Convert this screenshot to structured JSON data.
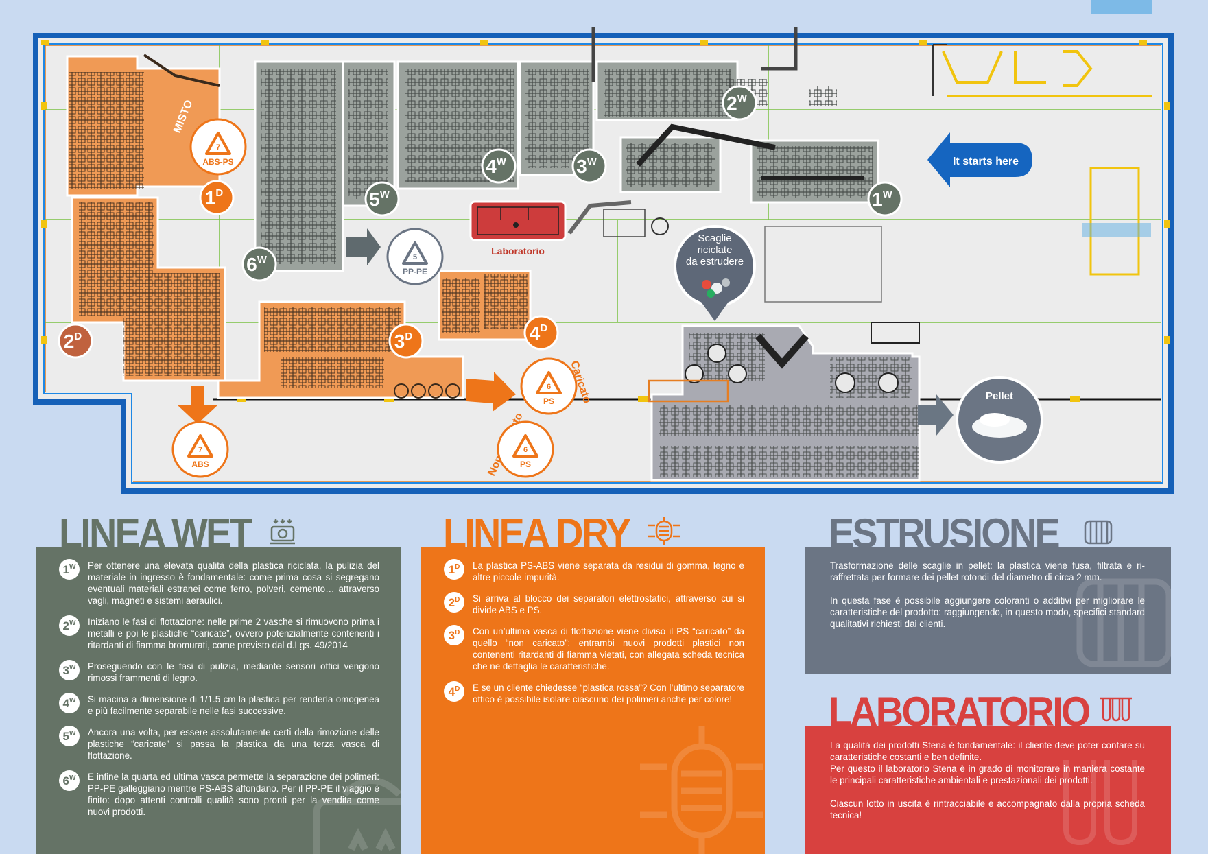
{
  "colors": {
    "background": "#c9daf1",
    "plant_frame": "#1560b8",
    "wet_line": "#9ba29d",
    "dry_line": "#f09a55",
    "wet_panel": "#657366",
    "dry_panel": "#ee7519",
    "estrusione_panel": "#6b7584",
    "laboratorio_panel": "#d8413f",
    "lab_room": "#cd3c3c",
    "arrow_blue": "#1565c0"
  },
  "plan": {
    "start_arrow": "It starts here",
    "lab_label": "Laboratorio",
    "scaglie_label": [
      "Scaglie",
      "riciclate",
      "da estrudere"
    ],
    "pellet_label": "Pellet",
    "misto_label": "MISTO",
    "caricato_label": "Caricato",
    "non_caricato_label": "Non Caricato",
    "recycle_badges": [
      {
        "code": "7",
        "material": "ABS-PS"
      },
      {
        "code": "5",
        "material": "PP-PE"
      },
      {
        "code": "6",
        "material": "PS"
      },
      {
        "code": "6",
        "material": "PS"
      },
      {
        "code": "7",
        "material": "ABS"
      }
    ],
    "wet_markers": [
      {
        "num": "1",
        "sup": "W"
      },
      {
        "num": "2",
        "sup": "W"
      },
      {
        "num": "3",
        "sup": "W"
      },
      {
        "num": "4",
        "sup": "W"
      },
      {
        "num": "5",
        "sup": "W"
      },
      {
        "num": "6",
        "sup": "W"
      }
    ],
    "dry_markers": [
      {
        "num": "1",
        "sup": "D"
      },
      {
        "num": "2",
        "sup": "D"
      },
      {
        "num": "3",
        "sup": "D"
      },
      {
        "num": "4",
        "sup": "D"
      }
    ]
  },
  "wet": {
    "title": "LINEA WET",
    "steps": [
      {
        "num": "1",
        "sup": "W",
        "text": "Per ottenere una elevata qualità della plastica riciclata, la pulizia del materiale in ingresso è fondamentale: come prima cosa si segregano eventuali materiali estranei come ferro, polveri, cemento… attraverso vagli, magneti e sistemi aeraulici."
      },
      {
        "num": "2",
        "sup": "W",
        "text": "Iniziano le fasi di flottazione: nelle prime 2 vasche si rimuovono prima i metalli e poi le plastiche “caricate”, ovvero potenzialmente contenenti i ritardanti di fiamma bromurati, come previsto dal d.Lgs. 49/2014"
      },
      {
        "num": "3",
        "sup": "W",
        "text": "Proseguendo con le fasi di pulizia, mediante sensori ottici vengono rimossi frammenti di legno."
      },
      {
        "num": "4",
        "sup": "W",
        "text": "Si macina a dimensione di 1/1.5 cm la plastica per renderla omogenea e più facilmente separabile nelle fasi successive."
      },
      {
        "num": "5",
        "sup": "W",
        "text": "Ancora una volta, per essere assolutamente certi della rimozione delle plastiche “caricate” si passa la plastica da una terza vasca di flottazione."
      },
      {
        "num": "6",
        "sup": "W",
        "text": "E infine la quarta ed ultima vasca permette la separazione dei polimeri: PP-PE galleggiano mentre PS-ABS affondano. Per il PP-PE il viaggio è finito: dopo attenti controlli qualità sono pronti per la vendita come nuovi prodotti."
      }
    ]
  },
  "dry": {
    "title": "LINEA DRY",
    "steps": [
      {
        "num": "1",
        "sup": "D",
        "text": "La plastica PS-ABS viene separata da residui di gomma, legno e altre piccole impurità."
      },
      {
        "num": "2",
        "sup": "D",
        "text": "Si arriva al blocco dei separatori elettrostatici, attraverso cui si divide ABS e PS."
      },
      {
        "num": "3",
        "sup": "D",
        "text": "Con un’ultima vasca di flottazione viene diviso il PS “caricato” da quello “non caricato”: entrambi nuovi prodotti plastici non contenenti ritardanti di fiamma vietati, con allegata scheda tecnica che ne dettaglia le caratteristiche."
      },
      {
        "num": "4",
        "sup": "D",
        "text": "E se un cliente chiedesse “plastica rossa”? Con l’ultimo separatore ottico è possibile isolare ciascuno dei polimeri anche per colore!"
      }
    ]
  },
  "estrusione": {
    "title": "ESTRUSIONE",
    "paragraphs": [
      "Trasformazione delle scaglie in pellet: la plastica viene fusa, filtrata e ri-raffrettata per formare dei pellet rotondi del diametro di circa 2 mm.",
      "In questa fase è possibile aggiungere coloranti o additivi per migliorare le caratteristiche del prodotto: raggiungendo, in questo modo, specifici standard qualitativi richiesti dai clienti."
    ]
  },
  "laboratorio": {
    "title": "LABORATORIO",
    "paragraphs": [
      "La qualità dei prodotti Stena è fondamentale: il cliente deve poter contare su caratteristiche costanti e ben definite.",
      "Per questo il laboratorio Stena è in grado di monitorare in maniera costante le principali caratteristiche ambientali e prestazionali dei prodotti.",
      "Ciascun lotto in uscita è rintracciabile e accompagnato dalla propria scheda tecnica!"
    ]
  }
}
